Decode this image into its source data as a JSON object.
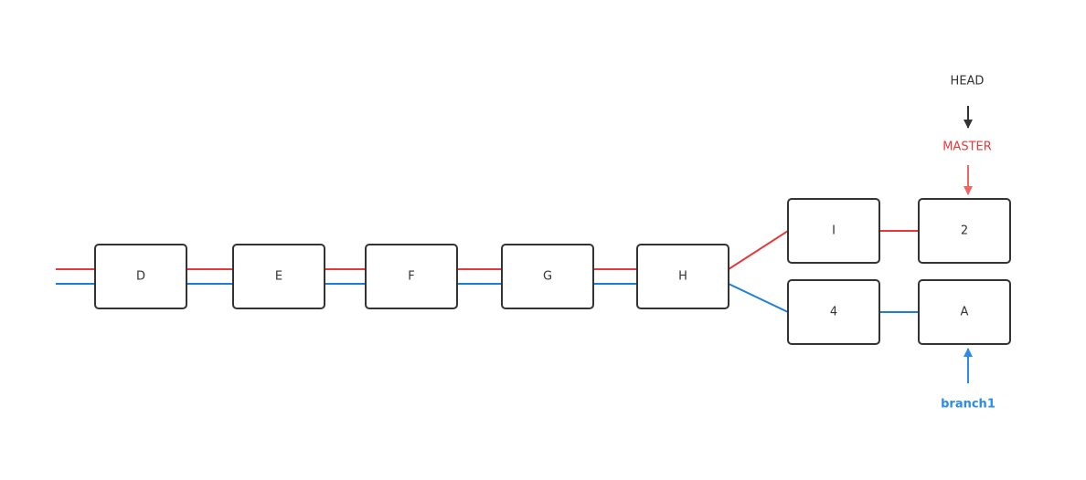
{
  "diagram": {
    "nodes": [
      {
        "id": "D",
        "label": "D"
      },
      {
        "id": "E",
        "label": "E"
      },
      {
        "id": "F",
        "label": "F"
      },
      {
        "id": "G",
        "label": "G"
      },
      {
        "id": "H",
        "label": "H"
      },
      {
        "id": "I",
        "label": "I"
      },
      {
        "id": "2",
        "label": "2"
      },
      {
        "id": "4",
        "label": "4"
      },
      {
        "id": "A",
        "label": "A"
      }
    ],
    "edges": [
      {
        "from": "D",
        "to": "E",
        "branches": [
          "master",
          "branch1"
        ]
      },
      {
        "from": "E",
        "to": "F",
        "branches": [
          "master",
          "branch1"
        ]
      },
      {
        "from": "F",
        "to": "G",
        "branches": [
          "master",
          "branch1"
        ]
      },
      {
        "from": "G",
        "to": "H",
        "branches": [
          "master",
          "branch1"
        ]
      },
      {
        "from": "H",
        "to": "I",
        "branches": [
          "master"
        ]
      },
      {
        "from": "I",
        "to": "2",
        "branches": [
          "master"
        ]
      },
      {
        "from": "H",
        "to": "4",
        "branches": [
          "branch1"
        ]
      },
      {
        "from": "4",
        "to": "A",
        "branches": [
          "branch1"
        ]
      }
    ],
    "refs": {
      "head": {
        "label": "HEAD",
        "color": "#333333"
      },
      "master": {
        "label": "MASTER",
        "color": "#e8393a",
        "arrow_color": "#f06464"
      },
      "branch1": {
        "label": "branch1",
        "color": "#2b8ce8"
      }
    },
    "colors": {
      "master_line": "#e8393a",
      "branch1_line": "#1a7fd9",
      "node_border": "#333333"
    }
  }
}
